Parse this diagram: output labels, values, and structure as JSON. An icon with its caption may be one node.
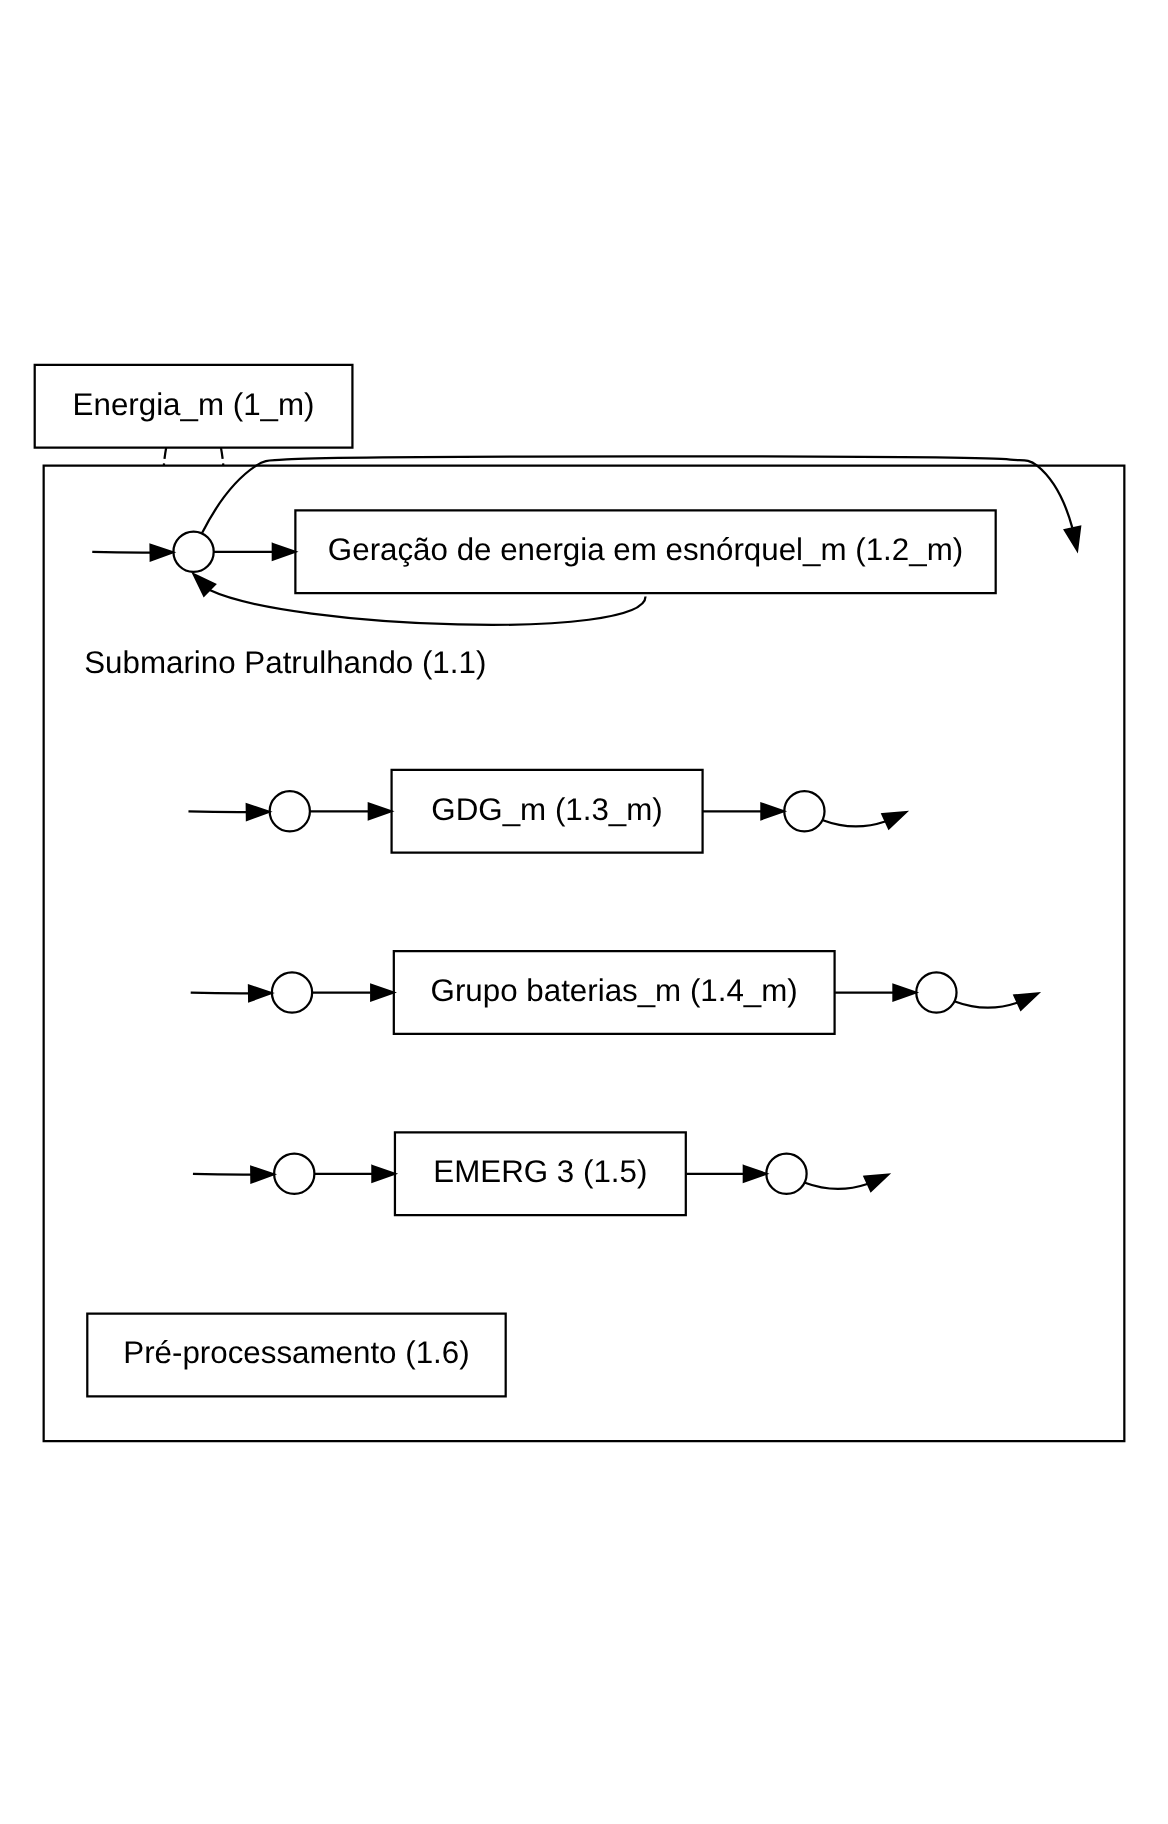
{
  "diagram": {
    "nodes": [
      {
        "text": [
          "Energia_m (1_m)"
        ]
      },
      {
        "text": [],
        "shape": "box"
      },
      {
        "text": [],
        "shape": "circle",
        "in": 1,
        "beside": [
          "Submarino Patrulhando (1.1)"
        ]
      },
      {
        "text": [
          "Geração de energia em esnórquel_m (1.2_m)"
        ],
        "in": 1
      },
      {
        "text": [],
        "shape": "circle",
        "in": 1
      },
      {
        "text": [
          "GDG_m (1.3_m)"
        ],
        "in": 1
      },
      {
        "text": [],
        "shape": "circle",
        "in": 1
      },
      {
        "text": [],
        "shape": "circle",
        "in": 1
      },
      {
        "text": [
          "Grupo baterias_m (1.4_m)"
        ],
        "in": 1
      },
      {
        "text": [],
        "shape": "circle",
        "in": 1
      },
      {
        "text": [],
        "shape": "circle",
        "in": 1
      },
      {
        "text": [
          "EMERG 3 (1.5)"
        ],
        "in": 1
      },
      {
        "text": [],
        "shape": "circle",
        "in": 1
      },
      {
        "text": [
          "Pré-processamento (1.6)"
        ],
        "in": 1
      }
    ],
    "edges": [
      {
        "from": 0,
        "to": 1,
        "arrow": "none",
        "style": "dashed"
      },
      {
        "from": 0,
        "to": 1,
        "arrow": "none",
        "style": "dashed"
      },
      {
        "from": 2,
        "to": null,
        "arrow": "to"
      },
      {
        "from": 2,
        "to": 3,
        "arrow": "to"
      },
      {
        "from": null,
        "to": 2,
        "arrow": "to"
      },
      {
        "from": 3,
        "to": 2,
        "arrow": "to"
      },
      {
        "from": null,
        "to": 4,
        "arrow": "to"
      },
      {
        "from": 4,
        "to": 5,
        "arrow": "to"
      },
      {
        "from": 5,
        "to": 6,
        "arrow": "to"
      },
      {
        "from": 6,
        "to": null,
        "arrow": "to"
      },
      {
        "from": null,
        "to": 7,
        "arrow": "to"
      },
      {
        "from": 7,
        "to": 8,
        "arrow": "to"
      },
      {
        "from": 8,
        "to": 9,
        "arrow": "to"
      },
      {
        "from": 9,
        "to": null,
        "arrow": "to"
      },
      {
        "from": null,
        "to": 10,
        "arrow": "to"
      },
      {
        "from": 10,
        "to": 11,
        "arrow": "to"
      },
      {
        "from": 11,
        "to": 12,
        "arrow": "to"
      },
      {
        "from": 12,
        "to": null,
        "arrow": "to"
      }
    ]
  }
}
